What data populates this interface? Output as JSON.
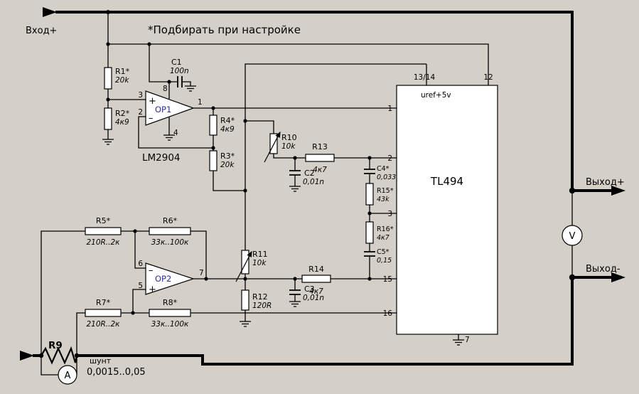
{
  "colors": {
    "background": "#d4d0c8",
    "wire": "#000000",
    "component_fill": "#ffffff",
    "opamp_label": "#2e2e9e"
  },
  "annotations": {
    "input_plus": "Вход+",
    "tuning_note": "*Подбирать при настройке",
    "output_plus": "Выход+",
    "output_minus": "Выход-"
  },
  "op1": {
    "label": "OP1",
    "part": "LM2904",
    "pin_noninv": "3",
    "pin_inv": "2",
    "pin_vcc": "8",
    "pin_gnd": "4",
    "pin_out": "1",
    "plus": "+",
    "minus": "–"
  },
  "op2": {
    "label": "OP2",
    "pin_inv": "6",
    "pin_noninv": "5",
    "pin_out": "7",
    "plus": "+",
    "minus": "–"
  },
  "tl494": {
    "label": "TL494",
    "uref": "uref+5v",
    "pin_13_14": "13/14",
    "pin_12": "12",
    "pin_1": "1",
    "pin_2": "2",
    "pin_3": "3",
    "pin_15": "15",
    "pin_16": "16",
    "pin_7": "7"
  },
  "resistors": {
    "r1": {
      "name": "R1*",
      "value": "20k"
    },
    "r2": {
      "name": "R2*",
      "value": "4к9"
    },
    "r3": {
      "name": "R3*",
      "value": "20k"
    },
    "r4": {
      "name": "R4*",
      "value": "4к9"
    },
    "r5": {
      "name": "R5*",
      "value": "210R..2к"
    },
    "r6": {
      "name": "R6*",
      "value": "33к..100к"
    },
    "r7": {
      "name": "R7*",
      "value": "210R..2к"
    },
    "r8": {
      "name": "R8*",
      "value": "33к..100к"
    },
    "r10": {
      "name": "R10",
      "value": "10k"
    },
    "r11": {
      "name": "R11",
      "value": "10k"
    },
    "r12": {
      "name": "R12",
      "value": "120R"
    },
    "r13": {
      "name": "R13",
      "value": "4к7"
    },
    "r14": {
      "name": "R14",
      "value": "4к7"
    },
    "r15": {
      "name": "R15*",
      "value": "43k"
    },
    "r16": {
      "name": "R16*",
      "value": "4к7"
    }
  },
  "capacitors": {
    "c1": {
      "name": "C1",
      "value": "100n"
    },
    "c2": {
      "name": "C2",
      "value": "0,01n"
    },
    "c3": {
      "name": "C3",
      "value": "0,01n"
    },
    "c4": {
      "name": "C4*",
      "value": "0,033"
    },
    "c5": {
      "name": "C5*",
      "value": "0,15"
    }
  },
  "shunt": {
    "name": "R9",
    "label": "шунт",
    "value": "0,0015..0,05"
  },
  "meters": {
    "ammeter": "A",
    "voltmeter": "V"
  }
}
